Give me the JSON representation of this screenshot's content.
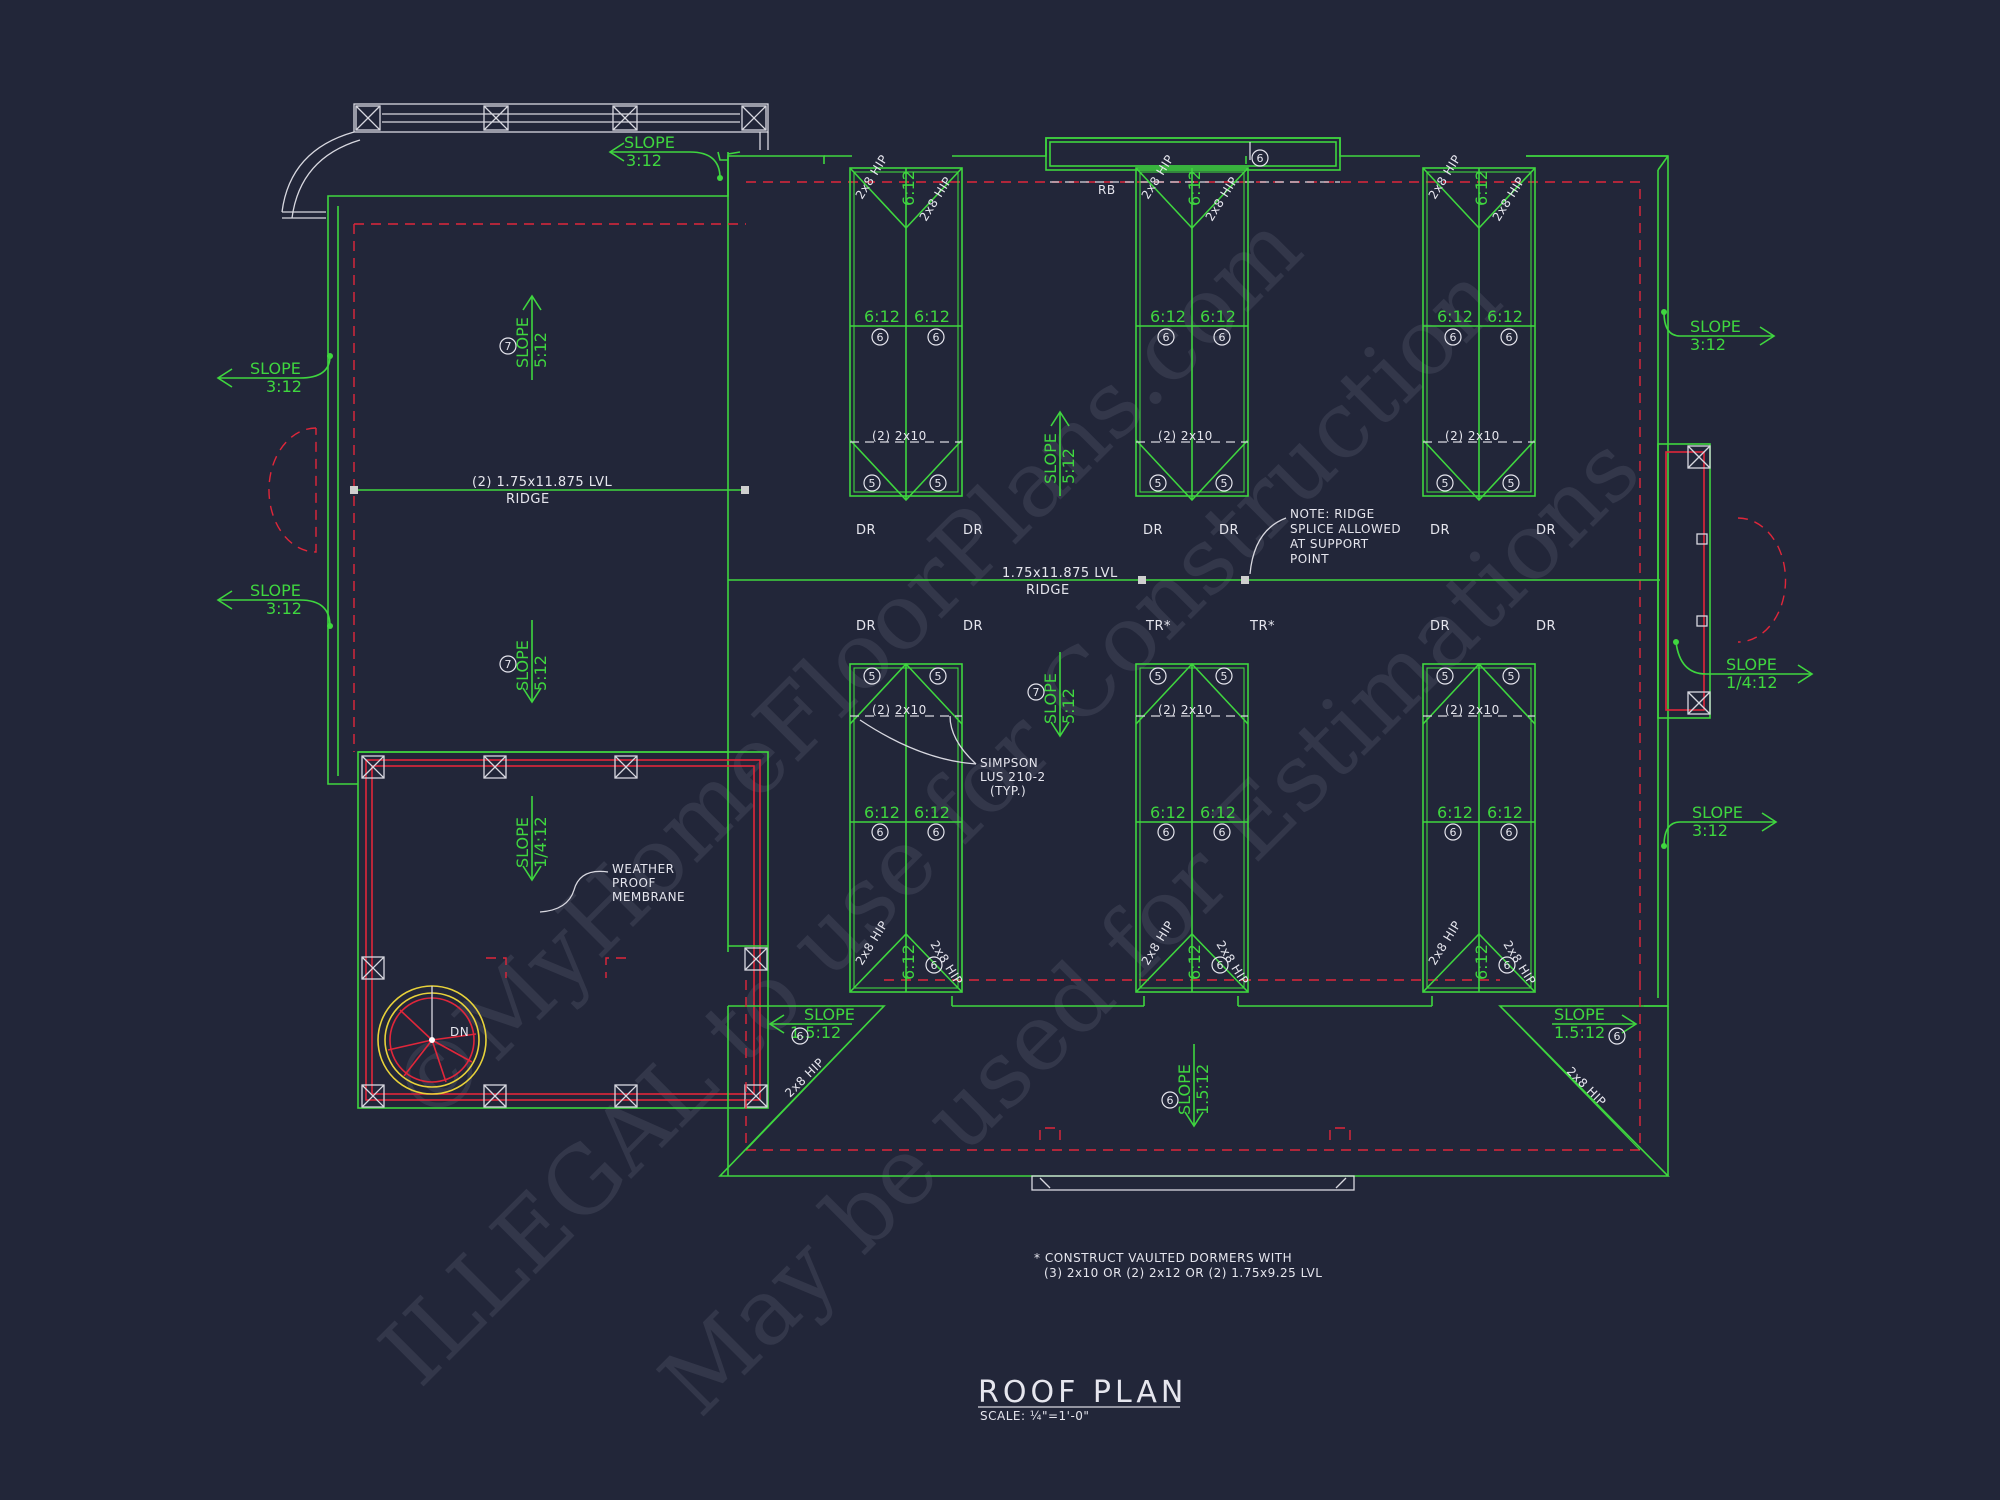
{
  "title": "ROOF PLAN",
  "scale": "SCALE: ¼\"=1'-0\"",
  "watermark": {
    "line1": "©MyHomeFloorPlans.com",
    "line2": "ILLEGAL to use for Construction",
    "line3": "May be used for Estimations"
  },
  "footnote": {
    "line1": "* CONSTRUCT VAULTED DORMERS WITH",
    "line2": "(3) 2x10 OR (2) 2x12 OR (2) 1.75x9.25 LVL"
  },
  "slopes": {
    "s_3_12": "3:12",
    "s_5_12": "5:12",
    "s_6_12": "6:12",
    "s_1_4_12": "1/4:12",
    "s_1_5_12": "1.5:12",
    "slope_word": "SLOPE"
  },
  "labels": {
    "ridge_left_beam": "(2) 1.75x11.875 LVL",
    "ridge_word": "RIDGE",
    "ridge_main_beam": "1.75x11.875 LVL",
    "rb": "RB",
    "dr": "DR",
    "tr": "TR*",
    "hip": "2x8 HIP",
    "header": "(2) 2x10",
    "note_line1": "NOTE: RIDGE",
    "note_line2": "SPLICE ALLOWED",
    "note_line3": "AT SUPPORT",
    "note_line4": "POINT",
    "simpson_line1": "SIMPSON",
    "simpson_line2": "LUS 210-2",
    "simpson_line3": "(TYP.)",
    "wpm_line1": "WEATHER",
    "wpm_line2": "PROOF",
    "wpm_line3": "MEMBRANE",
    "dn": "DN"
  },
  "tags": {
    "t5": "5",
    "t6": "6",
    "t7": "7"
  },
  "colors": {
    "background": "#222639",
    "linework": "#3fd63f",
    "overhang": "#e0263a",
    "annotation": "#e6e6ee",
    "stair": "#e8d23a"
  }
}
